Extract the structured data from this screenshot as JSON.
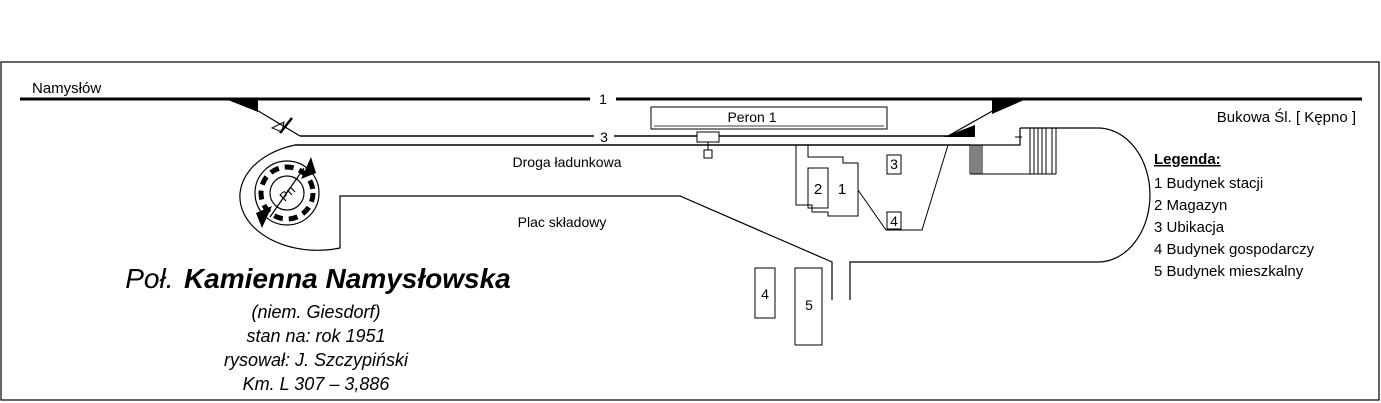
{
  "stations": {
    "west": "Namysłów",
    "east": "Bukowa Śl. [ Kępno ]"
  },
  "tracks": {
    "track1": "1",
    "track3": "3"
  },
  "areas": {
    "platform": "Peron 1",
    "loading_road": "Droga ładunkowa",
    "storage_yard": "Plac składowy",
    "turntable": "Pn"
  },
  "buildings": {
    "b1": "1",
    "b2": "2",
    "b3": "3",
    "b4a": "4",
    "b4b": "4",
    "b5": "5"
  },
  "title": {
    "prefix": "Poł.",
    "name": "Kamienna Namysłowska",
    "german_name": "(niem. Giesdorf)",
    "state": "stan na: rok 1951",
    "author": "rysował: J. Szczypiński",
    "km": "Km. L 307 – 3,886"
  },
  "legend": {
    "heading": "Legenda:",
    "items": [
      "1  Budynek stacji",
      "2  Magazyn",
      "3  Ubikacja",
      "4  Budynek gospodarczy",
      "5  Budynek mieszkalny"
    ]
  }
}
